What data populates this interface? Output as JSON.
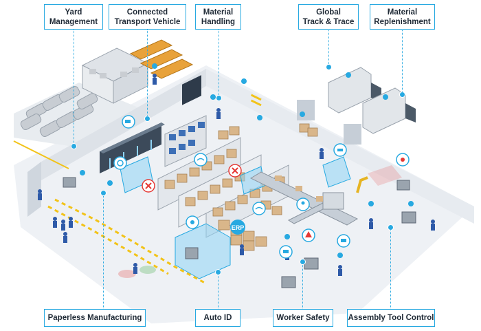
{
  "labels": {
    "yard_management": "Yard\nManagement",
    "connected_transport_vehicle": "Connected\nTransport Vehicle",
    "material_handling": "Material\nHandling",
    "global_track_trace": "Global\nTrack & Trace",
    "material_replenishment": "Material\nReplenishment",
    "paperless_manufacturing": "Paperless Manufacturing",
    "auto_id": "Auto ID",
    "worker_safety": "Worker Safety",
    "assembly_tool_control": "Assembly Tool Control"
  },
  "scene_text": {
    "erp_badge": "ERP"
  },
  "colors": {
    "accent": "#27a9e1",
    "floor": "#eef1f5",
    "wall": "#dde2e8",
    "box": "#d9b68a",
    "pallet": "#e8a23a",
    "zone": "#8fd3f4",
    "safety_yellow": "#f2c318",
    "alert_red": "#e53935",
    "text": "#1f2a36"
  },
  "icons": [
    "pin-icon",
    "wifi-icon",
    "timer-icon",
    "truck-icon",
    "ship-icon",
    "alert-icon",
    "warning-icon",
    "cart-icon",
    "worker-icon",
    "settings-icon"
  ]
}
